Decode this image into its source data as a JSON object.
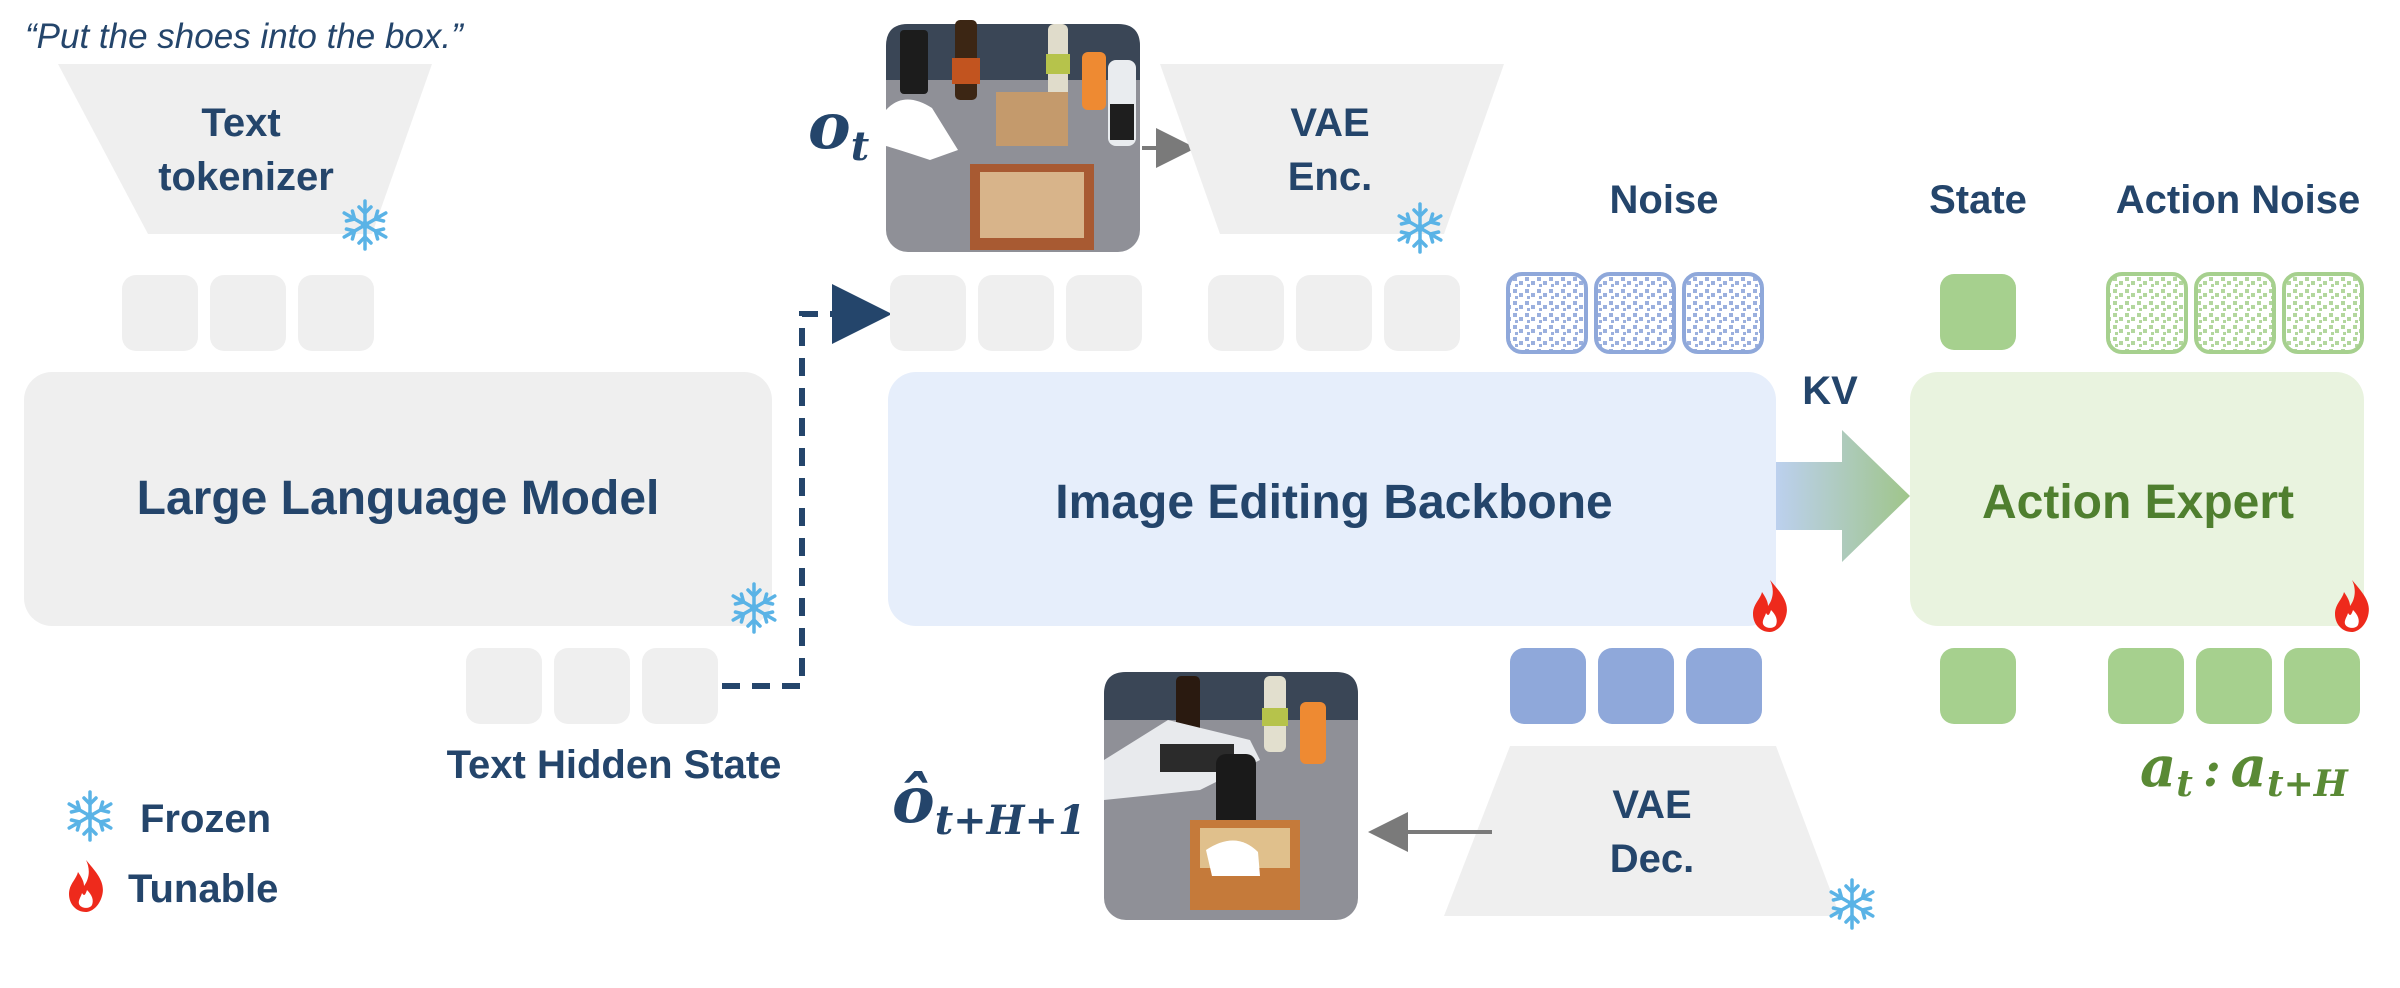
{
  "instruction": "“Put the shoes into the box.”",
  "text_tokenizer": {
    "line1": "Text",
    "line2": "tokenizer"
  },
  "llm": {
    "label": "Large Language Model"
  },
  "text_hidden_state": "Text Hidden State",
  "observation_symbol": {
    "base": "o",
    "sub": "t"
  },
  "vae_encoder": {
    "line1": "VAE",
    "line2": "Enc."
  },
  "noise_label": "Noise",
  "backbone": {
    "label": "Image Editing Backbone"
  },
  "kv_label": "KV",
  "state_label": "State",
  "action_noise_label": "Action Noise",
  "action_expert": {
    "label": "Action Expert"
  },
  "vae_decoder": {
    "line1": "VAE",
    "line2": "Dec."
  },
  "prediction_symbol": {
    "base": "ô",
    "sub": "t+H+1"
  },
  "action_symbol": {
    "a1": "a",
    "s1": "t",
    "colon": ":",
    "a2": "a",
    "s2": "t+H"
  },
  "legend": {
    "frozen": "Frozen",
    "tunable": "Tunable"
  },
  "colors": {
    "navy": "#24456b",
    "frozen_gray": "#efefef",
    "backbone_blue": "#e6eefb",
    "token_blue": "#8fa8da",
    "expert_green": "#e9f3df",
    "token_green": "#a6d08e",
    "expert_text": "#4f7f2f"
  },
  "icons": {
    "frozen": "snowflake-icon",
    "tunable": "flame-icon"
  }
}
